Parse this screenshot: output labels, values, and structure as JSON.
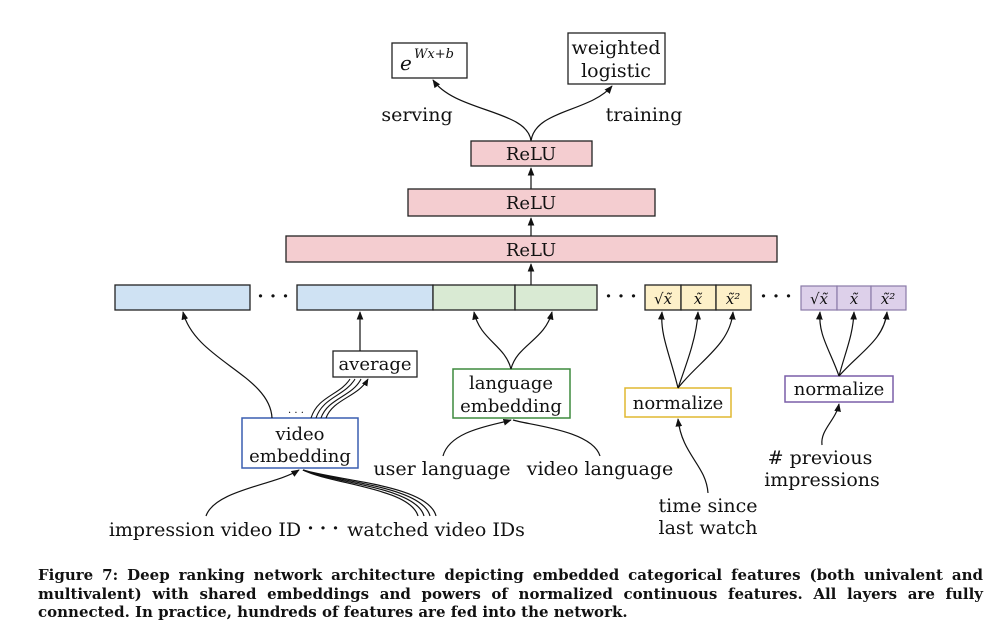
{
  "outputs": {
    "serving_formula_base": "e",
    "serving_formula_exp": "Wx+b",
    "serving_label": "serving",
    "training_box_line1": "weighted",
    "training_box_line2": "logistic",
    "training_label": "training"
  },
  "layers": [
    "ReLU",
    "ReLU",
    "ReLU"
  ],
  "ellipsis": "· · ·",
  "ellipsis_small": "· · ·",
  "transforms_yellow": [
    "√x̃",
    "x̃",
    "x̃²"
  ],
  "transforms_purple": [
    "√x̃",
    "x̃",
    "x̃²"
  ],
  "boxes": {
    "average": "average",
    "language_line1": "language",
    "language_line2": "embedding",
    "video_line1": "video",
    "video_line2": "embedding",
    "normalize_1": "normalize",
    "normalize_2": "normalize"
  },
  "inputs": {
    "user_language": "user language",
    "video_language": "video language",
    "impression_video_id": "impression video ID",
    "watched_video_ids": "watched video IDs",
    "time_since_line1": "time since",
    "time_since_line2": "last watch",
    "prev_impressions_line1": "# previous",
    "prev_impressions_line2": "impressions"
  },
  "colors": {
    "relu_fill": "#f4cdd0",
    "blue_fill": "#cfe2f3",
    "green_fill": "#d9ead3",
    "yellow_fill": "#fdf0c8",
    "purple_fill": "#ddd0ea",
    "video_border": "#3a5fb0",
    "language_border": "#3d8a3d",
    "normalize_yellow_border": "#e0b830",
    "normalize_purple_border": "#7a5fa8"
  },
  "caption": "Figure 7: Deep ranking network architecture depicting embedded categorical features (both univalent and multivalent) with shared embeddings and powers of normalized continuous features.  All layers are fully connected. In practice, hundreds of features are fed into the network."
}
